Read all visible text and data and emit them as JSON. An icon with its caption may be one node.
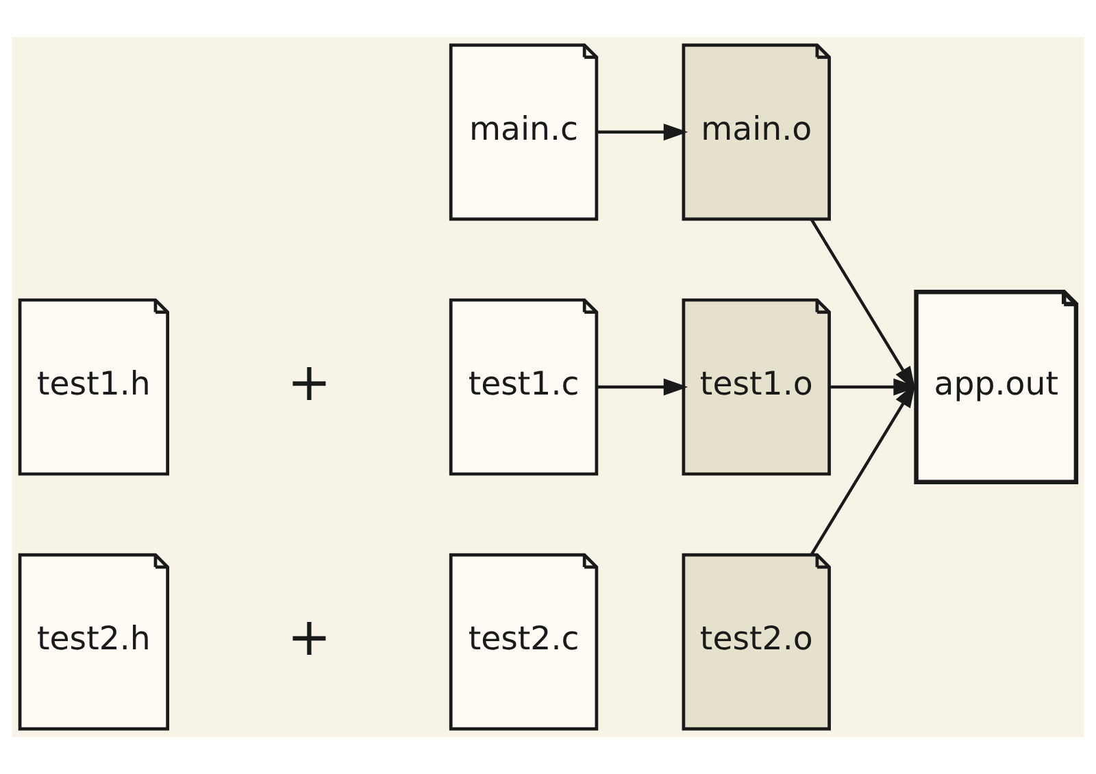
{
  "diagram": {
    "nodes": [
      {
        "text": [
          "main.c"
        ]
      },
      {
        "text": [
          "main.o"
        ]
      },
      {
        "text": [
          "test1.h"
        ]
      },
      {
        "text": [
          "test1.c"
        ]
      },
      {
        "text": [
          "test1.o"
        ]
      },
      {
        "text": [
          "app.out"
        ]
      },
      {
        "text": [
          "test2.h"
        ]
      },
      {
        "text": [
          "test2.c"
        ]
      },
      {
        "text": [
          "test2.o"
        ]
      }
    ],
    "edges": [
      {
        "from": 0,
        "to": 1,
        "arrow": "to"
      },
      {
        "from": 3,
        "to": 4,
        "arrow": "to"
      },
      {
        "from": 1,
        "to": 5,
        "arrow": "to"
      },
      {
        "from": 4,
        "to": 5,
        "arrow": "to"
      },
      {
        "from": 8,
        "to": 5,
        "arrow": "to"
      }
    ],
    "labels": [
      "+",
      "+"
    ]
  }
}
